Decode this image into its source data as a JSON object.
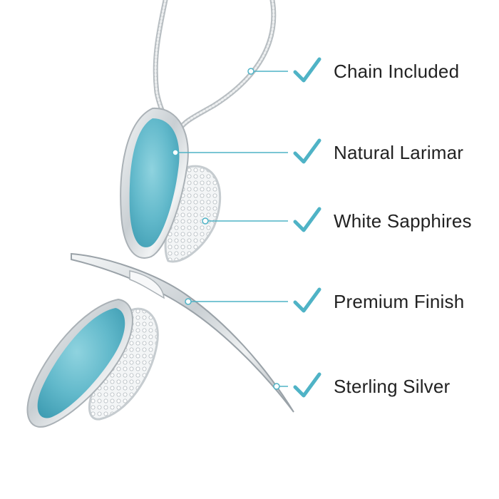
{
  "image": {
    "subject": "Dragonfly pendant on necklace chain",
    "colors": {
      "background": "#ffffff",
      "larimar": "#5fb7c9",
      "larimar_dark": "#3f9db3",
      "silver": "#d9dde0",
      "silver_dark": "#9aa2a8",
      "accent_teal": "#4fb3c6",
      "label_text": "#222222"
    }
  },
  "features": [
    {
      "label": "Chain Included",
      "icon": "check-icon"
    },
    {
      "label": "Natural Larimar",
      "icon": "check-icon"
    },
    {
      "label": "White Sapphires",
      "icon": "check-icon"
    },
    {
      "label": "Premium Finish",
      "icon": "check-icon"
    },
    {
      "label": "Sterling Silver",
      "icon": "check-icon"
    }
  ]
}
